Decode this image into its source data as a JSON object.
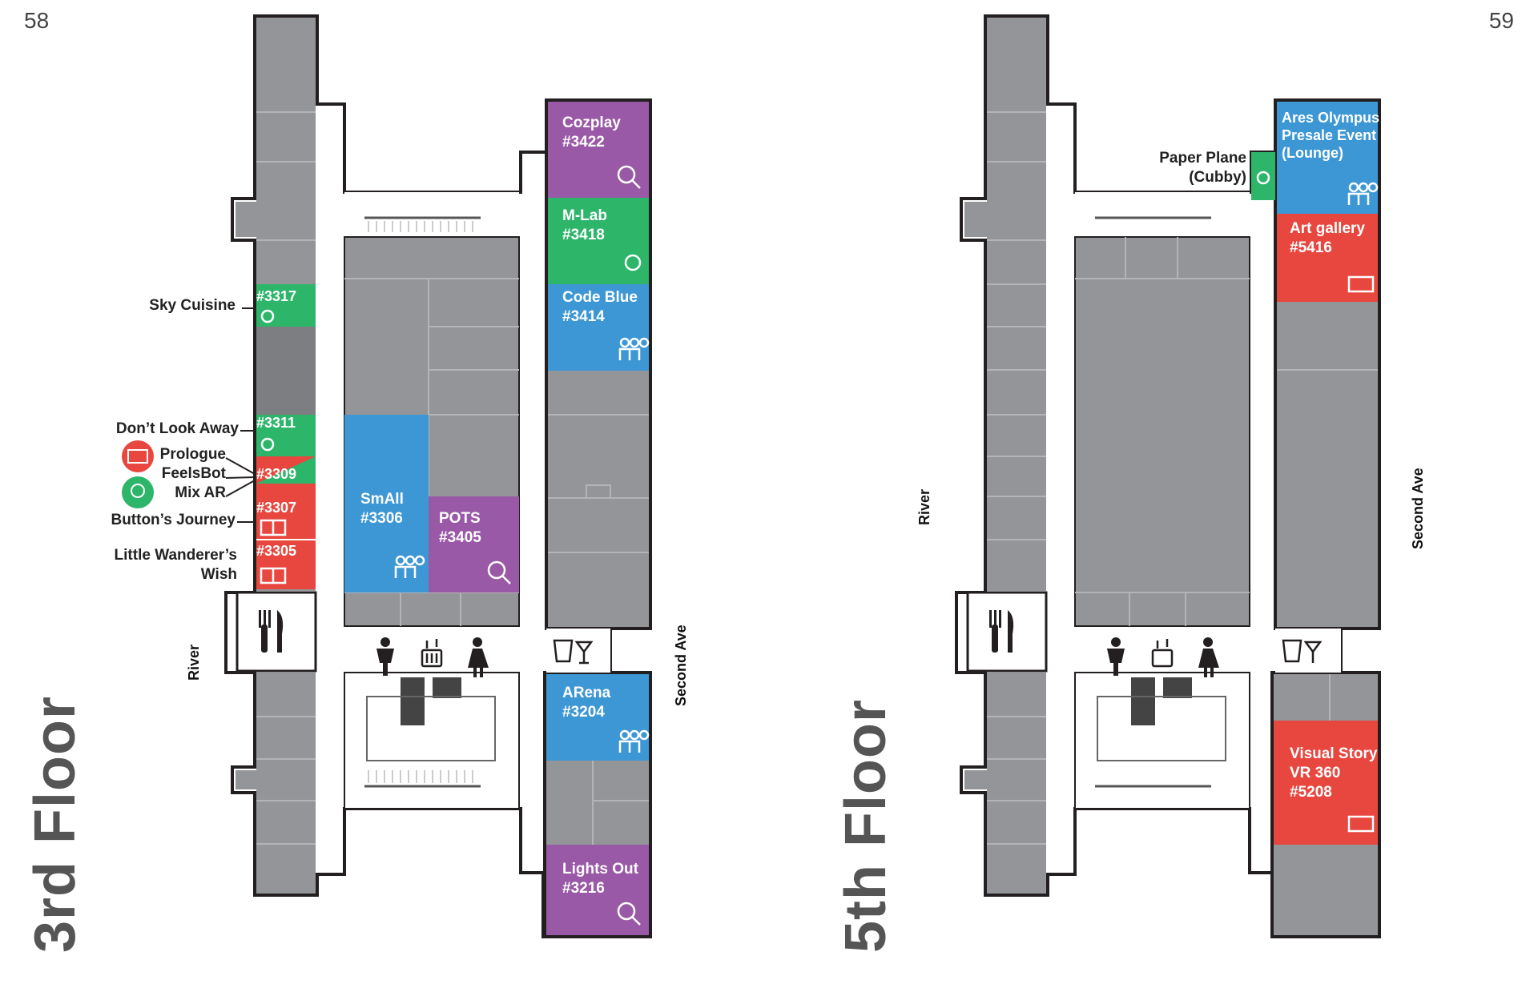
{
  "colors": {
    "green": "#2db56a",
    "red": "#e8473f",
    "blue": "#3d97d4",
    "purple": "#9a59a6",
    "gray": "#939598",
    "wall": "#231f20"
  },
  "page_left": {
    "page_number": "58",
    "floor_title": "3rd Floor",
    "street_left": "River",
    "street_right": "Second Ave",
    "rooms": {
      "cozplay": {
        "name": "Cozplay",
        "number": "#3422",
        "color": "purple",
        "icon": "magnifier-icon"
      },
      "mlab": {
        "name": "M-Lab",
        "number": "#3418",
        "color": "green",
        "icon": "lightbulb-icon"
      },
      "codeblue": {
        "name": "Code Blue",
        "number": "#3414",
        "color": "blue",
        "icon": "people-icon"
      },
      "small": {
        "name": "SmAll",
        "number": "#3306",
        "color": "blue",
        "icon": "people-icon"
      },
      "pots": {
        "name": "POTS",
        "number": "#3405",
        "color": "purple",
        "icon": "magnifier-icon"
      },
      "arena": {
        "name": "ARena",
        "number": "#3204",
        "color": "blue",
        "icon": "people-icon"
      },
      "lightsout": {
        "name": "Lights Out",
        "number": "#3216",
        "color": "purple",
        "icon": "magnifier-icon"
      },
      "r3317": {
        "number": "#3317",
        "color": "green",
        "icon": "lightbulb-icon"
      },
      "r3311": {
        "number": "#3311",
        "color": "green",
        "icon": "lightbulb-icon"
      },
      "r3309": {
        "number": "#3309",
        "color": "red",
        "icon": "book-icon"
      },
      "r3307": {
        "number": "#3307",
        "color": "red",
        "icon": "book-icon"
      },
      "r3305": {
        "number": "#3305",
        "color": "red",
        "icon": "book-icon"
      }
    },
    "labels": {
      "sky_cuisine": "Sky Cuisine",
      "dont_look_away": "Don’t Look Away",
      "prologue": "Prologue",
      "feelsbot": "FeelsBot",
      "mix_ar": "Mix AR",
      "buttons_journey": "Button’s Journey",
      "little_wanderer_1": "Little Wanderer’s",
      "little_wanderer_2": "Wish"
    }
  },
  "page_right": {
    "page_number": "59",
    "floor_title": "5th Floor",
    "street_left": "River",
    "street_right": "Second Ave",
    "rooms": {
      "ares": {
        "line1": "Ares Olympus",
        "line2": "Presale Event",
        "line3": "(Lounge)",
        "color": "blue",
        "icon": "people-icon"
      },
      "artgallery": {
        "name": "Art gallery",
        "number": "#5416",
        "color": "red",
        "icon": "book-icon"
      },
      "visualstory": {
        "line1": "Visual Story",
        "line2": "VR 360",
        "line3": "#5208",
        "color": "red",
        "icon": "book-icon"
      },
      "paperplane": {
        "color": "green",
        "icon": "lightbulb-icon"
      }
    },
    "labels": {
      "paper_plane_1": "Paper Plane",
      "paper_plane_2": "(Cubby)"
    }
  },
  "amenities": [
    "dining-icon",
    "mens-restroom-icon",
    "elevator-icon",
    "womens-restroom-icon",
    "bar-icon"
  ]
}
